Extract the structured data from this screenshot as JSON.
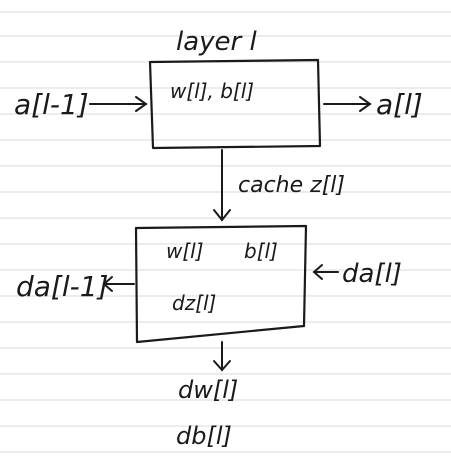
{
  "diagram": {
    "title": "layer l",
    "forward_input": "a[l-1]",
    "forward_params": "w[l], b[l]",
    "forward_output": "a[l]",
    "cache_label": "cache z[l]",
    "backward_params_w": "w[l]",
    "backward_params_b": "b[l]",
    "backward_dz": "dz[l]",
    "backward_input": "da[l]",
    "backward_output": "da[l-1]",
    "grad_w": "dw[l]",
    "grad_b": "db[l]"
  },
  "colors": {
    "ink": "#1a1a1a",
    "ruled_line": "#d9d9d9",
    "paper": "#ffffff"
  }
}
